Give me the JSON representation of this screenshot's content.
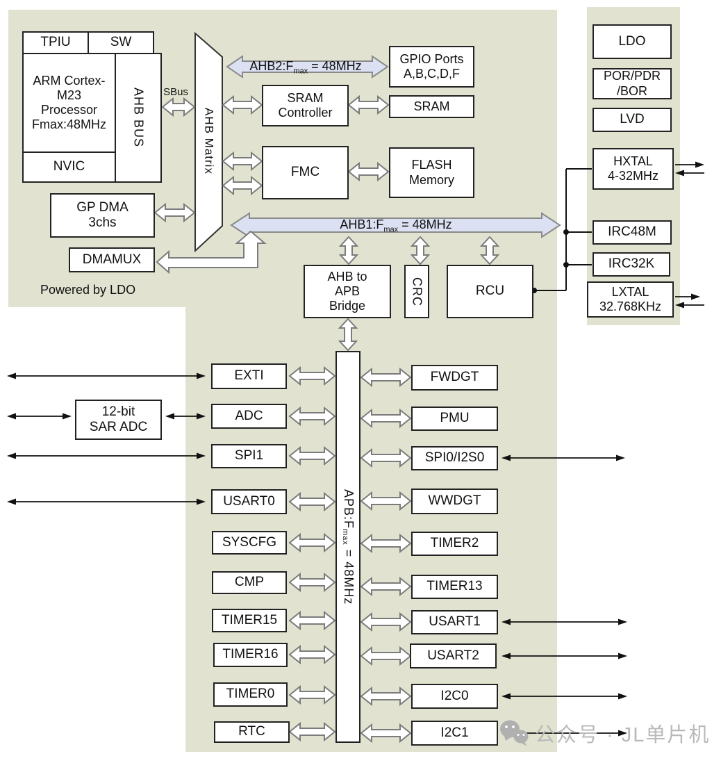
{
  "cpu": {
    "tpiu": "TPIU",
    "sw": "SW",
    "core": "ARM Cortex-\nM23\nProcessor\nFmax:48MHz",
    "ahb_bus": "AHB BUS",
    "nvic": "NVIC",
    "sbus": "SBus"
  },
  "matrix_label": "AHB Matrix",
  "buses": {
    "ahb2": {
      "prefix": "AHB2:F",
      "sub": "max",
      "suffix": " = 48MHz"
    },
    "ahb1": {
      "prefix": "AHB1:F",
      "sub": "max",
      "suffix": " = 48MHz"
    },
    "apb": {
      "prefix": "APB:F",
      "sub": "max",
      "suffix": " = 48MHz"
    }
  },
  "blocks": {
    "gp_dma": "GP DMA\n3chs",
    "dmamux": "DMAMUX",
    "powered_by": "Powered by LDO",
    "sram_ctrl": "SRAM\nController",
    "fmc": "FMC",
    "gpio": "GPIO Ports\nA,B,C,D,F",
    "sram": "SRAM",
    "flash": "FLASH\nMemory",
    "bridge": "AHB to\nAPB\nBridge",
    "crc": "CRC",
    "rcu": "RCU",
    "sar_adc": "12-bit\nSAR ADC"
  },
  "power": {
    "ldo": "LDO",
    "por": "POR/PDR\n/BOR",
    "lvd": "LVD"
  },
  "clocks": {
    "hxtal": "HXTAL\n4-32MHz",
    "irc48m": "IRC48M",
    "irc32k": "IRC32K",
    "lxtal": "LXTAL\n32.768KHz"
  },
  "apb_left": [
    "EXTI",
    "ADC",
    "SPI1",
    "USART0",
    "SYSCFG",
    "CMP",
    "TIMER15",
    "TIMER16",
    "TIMER0",
    "RTC"
  ],
  "apb_right": [
    "FWDGT",
    "PMU",
    "SPI0/I2S0",
    "WWDGT",
    "TIMER2",
    "TIMER13",
    "USART1",
    "USART2",
    "I2C0",
    "I2C1"
  ],
  "watermark": {
    "text": "公众号 · JL单片机"
  },
  "colors": {
    "panel": "#e1e3d0",
    "bus_fill": "#dbe0f2",
    "bus_stroke": "#8a8a8a",
    "box_border": "#222222",
    "watermark": "#b9b9b9"
  }
}
